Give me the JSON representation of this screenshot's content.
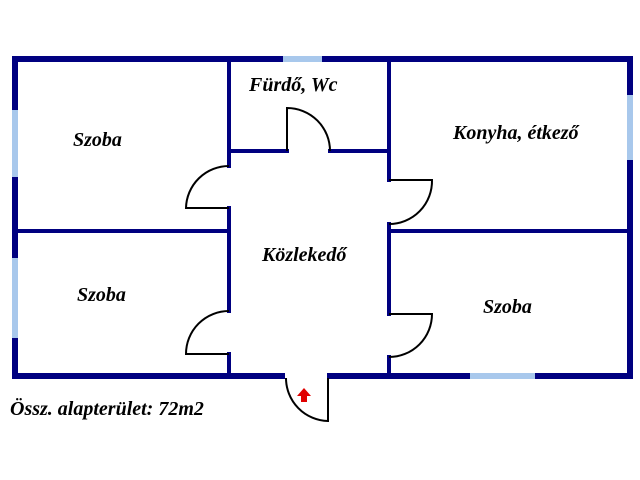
{
  "rooms": {
    "bedroom_top_left": "Szoba",
    "bathroom": "Fürdő, Wc",
    "kitchen": "Konyha, étkező",
    "hallway": "Közlekedő",
    "bedroom_bottom_left": "Szoba",
    "bedroom_bottom_right": "Szoba"
  },
  "total_area": "Össz. alapterület: 72m2",
  "colors": {
    "wall": "#000080",
    "window": "#a8c8ec",
    "entrance_arrow": "#e00000"
  }
}
